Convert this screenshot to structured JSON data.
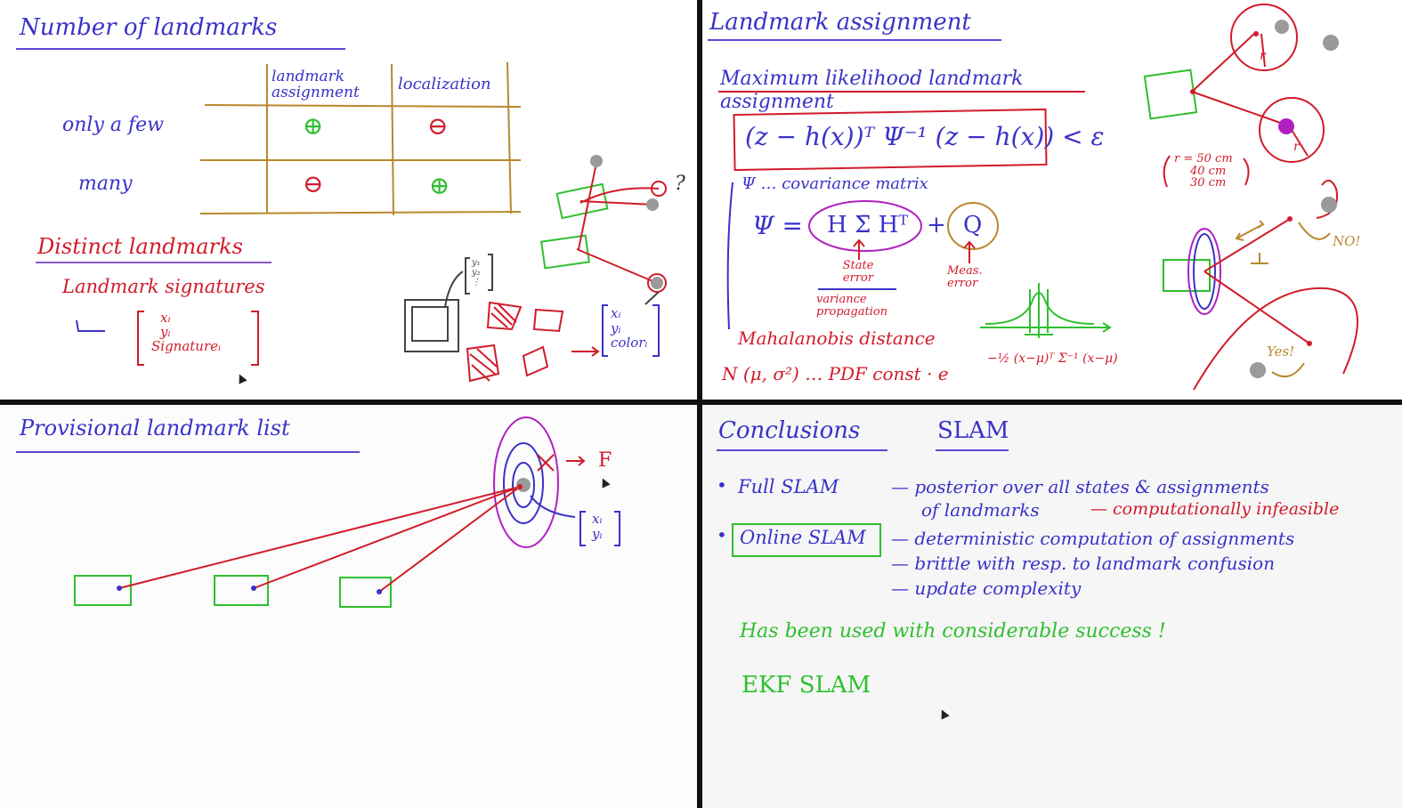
{
  "panels": {
    "top_left": {
      "title": "Number of landmarks",
      "table": {
        "col1": "landmark assignment",
        "col2": "localization",
        "row1": "only a few",
        "row2": "many",
        "plus": "⊕",
        "minus": "⊖"
      },
      "distinct_title": "Distinct landmarks",
      "signatures": "Landmark signatures",
      "vec": [
        "xᵢ",
        "yᵢ",
        "Signatureᵢ"
      ],
      "vec2": [
        "xᵢ",
        "yᵢ",
        "colorᵢ"
      ],
      "small_vec": [
        "y₁",
        "y₂",
        "⋮"
      ],
      "question": "?"
    },
    "top_right": {
      "title": "Landmark assignment",
      "ml_line1": "Maximum likelihood landmark",
      "ml_line2": "assignment",
      "formula": "(z − h(x))ᵀ Ψ⁻¹ (z − h(x)) < ε",
      "psi_def": "Ψ … covariance matrix",
      "psi_eq_lhs": "Ψ =",
      "psi_term1": "H Σ̄ Hᵀ",
      "psi_plus": "+",
      "psi_term2": "Q",
      "state_error": "State error",
      "variance": "variance propagation",
      "meas_error": "Meas. error",
      "mahalanobis": "Mahalanobis distance",
      "pdf": "N (μ, σ²) … PDF const · e",
      "exponent": "−½ (x−μ)ᵀ Σ⁻¹ (x−μ)",
      "r_label": "r",
      "r_values": [
        "r = 50 cm",
        "40 cm",
        "30 cm"
      ],
      "no": "NO!",
      "yes": "Yes!"
    },
    "bottom_left": {
      "title": "Provisional landmark list",
      "F": "F",
      "vec": [
        "xᵢ",
        "yᵢ"
      ]
    },
    "bottom_right": {
      "title1": "Conclusions",
      "title2": "SLAM",
      "b1_head": "Full SLAM",
      "b1_l1": "— posterior over all states & assignments",
      "b1_l2a": "of landmarks",
      "b1_l2b": "— computationally infeasible",
      "b2_head": "Online SLAM",
      "b2_l1": "— deterministic computation of assignments",
      "b2_l2": "— brittle with resp. to landmark confusion",
      "b2_l3": "— update complexity",
      "success": "Has been used with considerable success !",
      "ekf": "EKF SLAM"
    }
  },
  "colors": {
    "blue": "#3a32c8",
    "red": "#d11b2a",
    "green": "#2fbf2f",
    "brown": "#b8892e",
    "purple": "#b020c0"
  }
}
